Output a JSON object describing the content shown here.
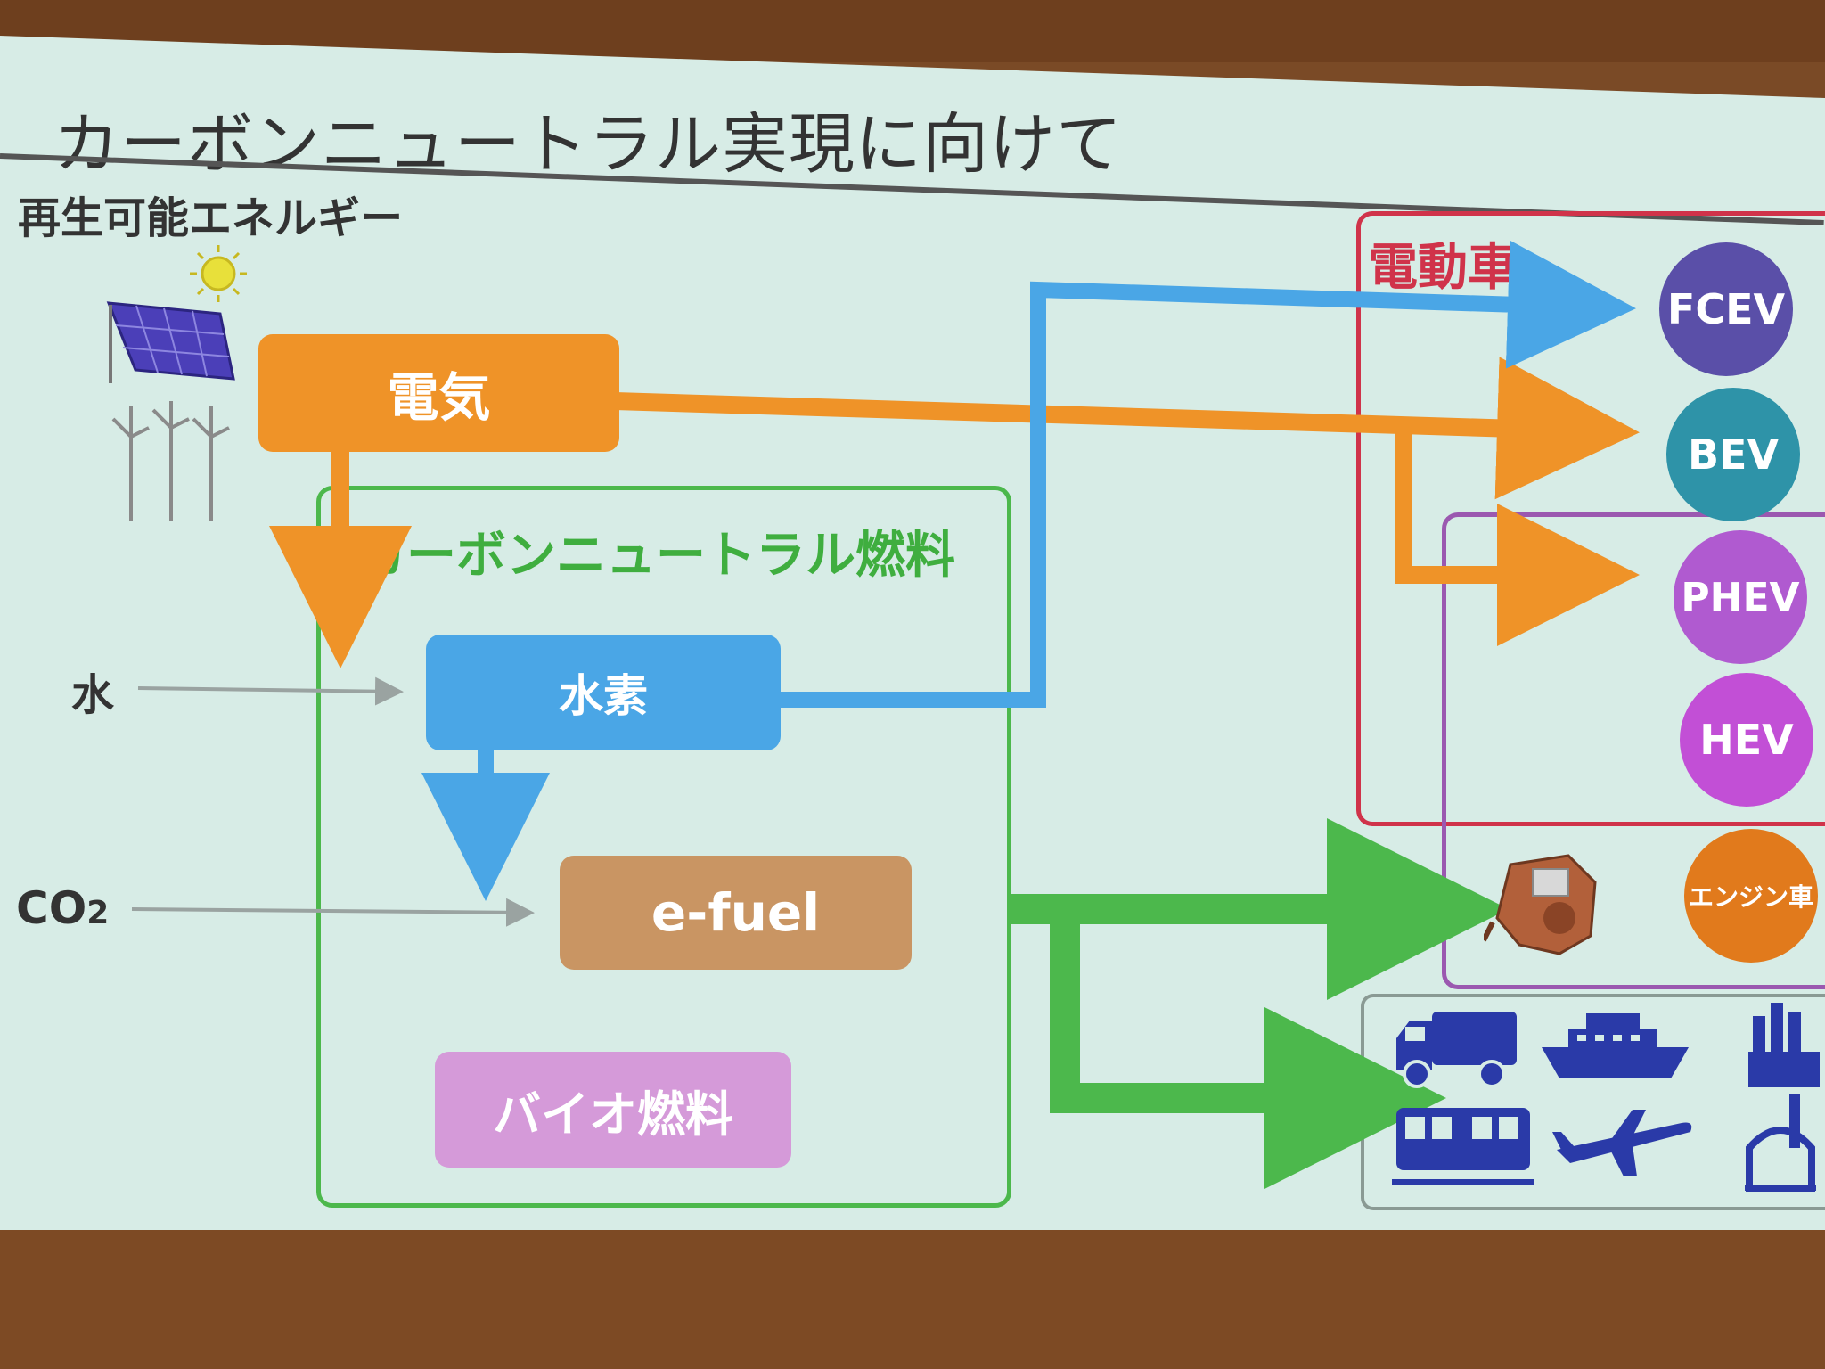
{
  "title": "カーボンニュートラル実現に向けて",
  "renewable": {
    "label": "再生可能エネルギー"
  },
  "inputs": {
    "water": "水",
    "co2": "CO",
    "co2_sub": "2"
  },
  "boxes": {
    "electricity": "電気",
    "hydrogen": "水素",
    "efuel": "e-fuel",
    "biofuel": "バイオ燃料"
  },
  "cn_fuel_frame": {
    "label": "カーボンニュートラル燃料"
  },
  "ev_frame": {
    "label": "電動車"
  },
  "vehicles": {
    "fcev": "FCEV",
    "bev": "BEV",
    "phev": "PHEV",
    "hev": "HEV",
    "engine": "エンジン車"
  },
  "colors": {
    "electricity": "#ef9328",
    "hydrogen": "#4aa6e6",
    "efuel": "#c99563",
    "biofuel": "#d59ad9",
    "cn_green": "#4cb84c",
    "ev_red": "#d0334a",
    "hybrid_purple": "#9b58b0",
    "fcev": "#5a4fa8",
    "bev": "#2e93a8",
    "phev": "#b05ad0",
    "hev": "#c24fd6",
    "engine": "#e17a1c",
    "transport_icons": "#2a3aa8"
  },
  "icons": [
    "sun-icon",
    "solar-panel-icon",
    "wind-turbine-icon",
    "engine-icon",
    "truck-icon",
    "ship-icon",
    "train-icon",
    "airplane-icon",
    "factory-icon"
  ]
}
